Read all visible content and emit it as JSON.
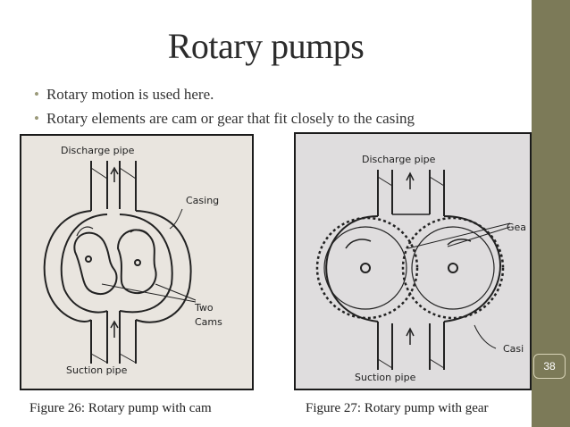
{
  "slide": {
    "title": "Rotary pumps",
    "bullets": [
      "Rotary motion is used here.",
      "Rotary elements are cam or gear that fit closely to the casing"
    ],
    "page_number": "38",
    "accent_color": "#7c7a58"
  },
  "figures": [
    {
      "caption": "Figure 26: Rotary pump with cam",
      "labels": {
        "discharge": "Discharge pipe",
        "casing": "Casing",
        "cams_line1": "Two",
        "cams_line2": "Cams",
        "suction": "Suction pipe"
      }
    },
    {
      "caption": "Figure 27: Rotary pump with gear",
      "labels": {
        "discharge": "Discharge pipe",
        "gear": "Gea",
        "casing": "Casi",
        "suction": "Suction pipe"
      }
    }
  ]
}
